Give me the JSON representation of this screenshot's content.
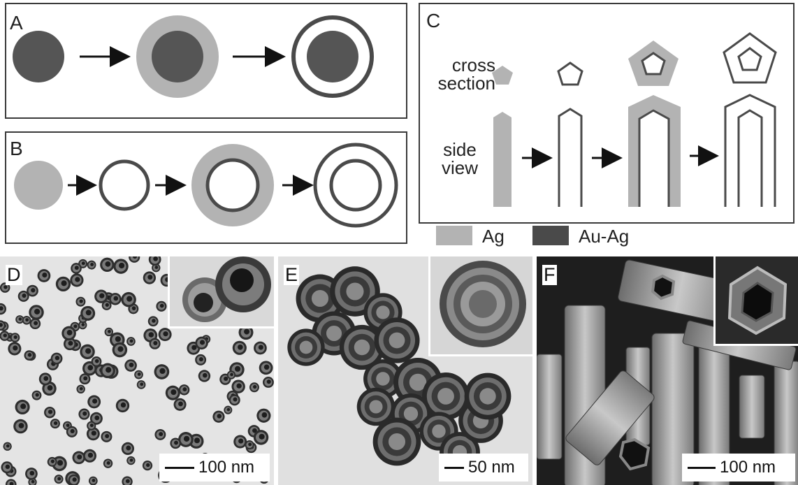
{
  "panels": {
    "a": {
      "label": "A"
    },
    "b": {
      "label": "B"
    },
    "c": {
      "label": "C",
      "cross_section": [
        "cross",
        "section"
      ],
      "side_view": [
        "side",
        "view"
      ]
    },
    "d": {
      "label": "D",
      "scale": "100 nm"
    },
    "e": {
      "label": "E",
      "scale": "50 nm"
    },
    "f": {
      "label": "F",
      "scale": "100 nm"
    }
  },
  "legend": {
    "ag": {
      "label": "Ag",
      "color": "#b3b3b3"
    },
    "auag": {
      "label": "Au-Ag",
      "color": "#4a4a4a"
    }
  },
  "colors": {
    "ag": "#b3b3b3",
    "auag": "#555555",
    "stroke": "#4a4a4a"
  }
}
